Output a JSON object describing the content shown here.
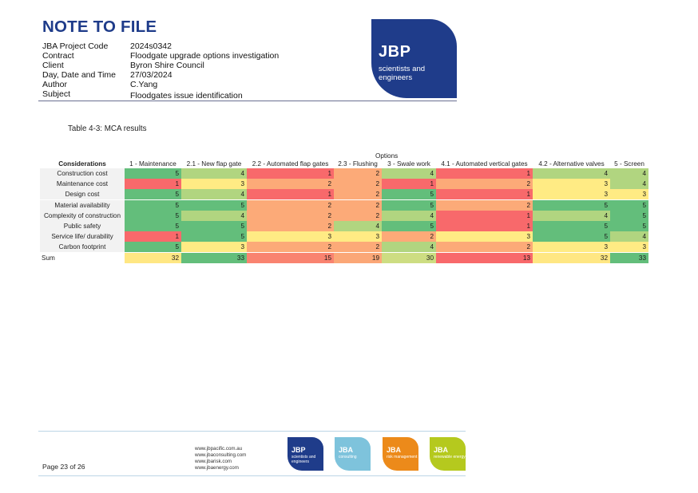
{
  "header": {
    "title": "NOTE TO FILE",
    "fields": [
      {
        "label": "JBA Project Code",
        "value": "2024s0342"
      },
      {
        "label": "Contract",
        "value": "Floodgate upgrade options investigation"
      },
      {
        "label": "Client",
        "value": "Byron Shire Council"
      },
      {
        "label": "Day, Date and Time",
        "value": "27/03/2024"
      },
      {
        "label": "Author",
        "value": "C.Yang"
      },
      {
        "label": "Subject",
        "value": "Floodgates issue identification"
      }
    ],
    "logo": {
      "name": "JBP",
      "tagline": "scientists and engineers",
      "color": "#1f3c8a"
    }
  },
  "table": {
    "caption": "Table 4-3:   MCA results",
    "group_header": "Options",
    "considerations_header": "Considerations",
    "options": [
      "1 - Maintenance",
      "2.1 - New flap gate",
      "2.2 - Automated flap gates",
      "2.3 - Flushing",
      "3 - Swale  work",
      "4.1 - Automated vertical gates",
      "4.2 - Alternative valves",
      "5 - Screen"
    ],
    "rows": [
      {
        "label": "Construction cost",
        "values": [
          "5",
          "4",
          "1",
          "2",
          "4",
          "1",
          "4",
          "4"
        ]
      },
      {
        "label": "Maintenance cost",
        "values": [
          "1",
          "3",
          "2",
          "2",
          "1",
          "2",
          "3",
          "4"
        ]
      },
      {
        "label": "Design cost",
        "values": [
          "5",
          "4",
          "1",
          "2",
          "5",
          "1",
          "3",
          "3"
        ]
      },
      {
        "label": "Material availability",
        "values": [
          "5",
          "5",
          "2",
          "2",
          "5",
          "2",
          "5",
          "5"
        ]
      },
      {
        "label": "Complexity of construction",
        "values": [
          "5",
          "4",
          "2",
          "2",
          "4",
          "1",
          "4",
          "5"
        ]
      },
      {
        "label": "Public safety",
        "values": [
          "5",
          "5",
          "2",
          "4",
          "5",
          "1",
          "5",
          "5"
        ]
      },
      {
        "label": "Service life/ durability",
        "values": [
          "1",
          "5",
          "3",
          "3",
          "2",
          "3",
          "5",
          "4"
        ]
      },
      {
        "label": "Carbon footprint",
        "values": [
          "5",
          "3",
          "2",
          "2",
          "4",
          "2",
          "3",
          "3"
        ]
      }
    ],
    "sum": {
      "label": "Sum",
      "values": [
        "32",
        "33",
        "15",
        "19",
        "30",
        "13",
        "32",
        "33"
      ]
    },
    "score_colors": {
      "1": "#f8696b",
      "2": "#fcaa78",
      "3": "#ffeb84",
      "4": "#b1d580",
      "5": "#63be7b"
    },
    "sum_colors": [
      "#ffe783",
      "#63be7b",
      "#f98370",
      "#fba777",
      "#cddd82",
      "#f8696b",
      "#ffe783",
      "#63be7b"
    ]
  },
  "footer": {
    "page": "Page 23 of 26",
    "links": [
      "www.jbpacific.com.au",
      "www.jbaconsulting.com",
      "www.jbarisk.com",
      "www.jbaenergy.com"
    ],
    "brands": [
      {
        "name": "JBP",
        "tagline": "scientists and engineers",
        "color": "#1f3c8a"
      },
      {
        "name": "JBA",
        "tagline": "consulting",
        "color": "#7ec3dc"
      },
      {
        "name": "JBA",
        "tagline": "risk management",
        "color": "#ec8a1a"
      },
      {
        "name": "JBA",
        "tagline": "renewable energy",
        "color": "#b5c91e"
      }
    ]
  }
}
